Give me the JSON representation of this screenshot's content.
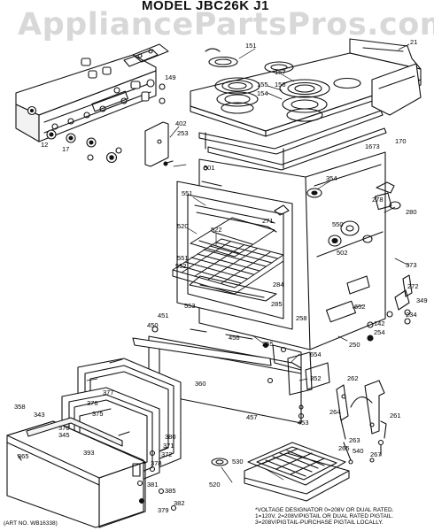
{
  "header": {
    "model": "MODEL JBC26K J1",
    "watermark": "AppliancePartsPros.com"
  },
  "footnote": {
    "lines": [
      "*VOLTAGE DESIGNATOR 0=208V OR DUAL RATED.",
      "1=120V, 2=208V/PIGTAIL OR DUAL RATED PIGTAIL.",
      "3=208V/PIGTAIL-PURCHASE PIGTAIL LOCALLY."
    ]
  },
  "art_number": "(ART NO. WB16338)",
  "callouts": [
    {
      "id": "c21",
      "label": "21"
    },
    {
      "id": "c151",
      "label": "151"
    },
    {
      "id": "c157",
      "label": "157"
    },
    {
      "id": "c155",
      "label": "155"
    },
    {
      "id": "c154",
      "label": "154"
    },
    {
      "id": "c156",
      "label": "156"
    },
    {
      "id": "c149",
      "label": "149"
    },
    {
      "id": "c402",
      "label": "402"
    },
    {
      "id": "c253",
      "label": "253"
    },
    {
      "id": "c17",
      "label": "17"
    },
    {
      "id": "c12",
      "label": "12"
    },
    {
      "id": "c170",
      "label": "170"
    },
    {
      "id": "c1673",
      "label": "1673"
    },
    {
      "id": "c501",
      "label": "501"
    },
    {
      "id": "c354",
      "label": "354"
    },
    {
      "id": "c551",
      "label": "551"
    },
    {
      "id": "c522",
      "label": "522"
    },
    {
      "id": "c520",
      "label": "520"
    },
    {
      "id": "c271",
      "label": "271"
    },
    {
      "id": "c278",
      "label": "278"
    },
    {
      "id": "c280",
      "label": "280"
    },
    {
      "id": "c550",
      "label": "550"
    },
    {
      "id": "c551b",
      "label": "551"
    },
    {
      "id": "c552",
      "label": "552"
    },
    {
      "id": "c553",
      "label": "553"
    },
    {
      "id": "c284",
      "label": "284"
    },
    {
      "id": "c285",
      "label": "285"
    },
    {
      "id": "c502",
      "label": "502"
    },
    {
      "id": "c373",
      "label": "373"
    },
    {
      "id": "c272",
      "label": "272"
    },
    {
      "id": "c349",
      "label": "349"
    },
    {
      "id": "c234",
      "label": "234"
    },
    {
      "id": "c142",
      "label": "142"
    },
    {
      "id": "c254",
      "label": "254"
    },
    {
      "id": "c652",
      "label": "652"
    },
    {
      "id": "c451",
      "label": "451"
    },
    {
      "id": "c450",
      "label": "450"
    },
    {
      "id": "c250",
      "label": "250"
    },
    {
      "id": "c456",
      "label": "456"
    },
    {
      "id": "c255",
      "label": "255"
    },
    {
      "id": "c654",
      "label": "654"
    },
    {
      "id": "c352",
      "label": "352"
    },
    {
      "id": "c360",
      "label": "360"
    },
    {
      "id": "c377",
      "label": "377"
    },
    {
      "id": "c376",
      "label": "376"
    },
    {
      "id": "c375",
      "label": "375"
    },
    {
      "id": "c457",
      "label": "457"
    },
    {
      "id": "c262",
      "label": "262"
    },
    {
      "id": "c264",
      "label": "264"
    },
    {
      "id": "c261",
      "label": "261"
    },
    {
      "id": "c263",
      "label": "263"
    },
    {
      "id": "c265",
      "label": "265"
    },
    {
      "id": "c267",
      "label": "267"
    },
    {
      "id": "c453",
      "label": "453"
    },
    {
      "id": "c358",
      "label": "358"
    },
    {
      "id": "c343",
      "label": "343"
    },
    {
      "id": "c370",
      "label": "370"
    },
    {
      "id": "c345",
      "label": "345"
    },
    {
      "id": "c371",
      "label": "371"
    },
    {
      "id": "c372",
      "label": "372"
    },
    {
      "id": "c378",
      "label": "378"
    },
    {
      "id": "c380",
      "label": "380"
    },
    {
      "id": "c530",
      "label": "530"
    },
    {
      "id": "c540",
      "label": "540"
    },
    {
      "id": "c520b",
      "label": "520"
    },
    {
      "id": "c381",
      "label": "381"
    },
    {
      "id": "c385",
      "label": "385"
    },
    {
      "id": "c382",
      "label": "382"
    },
    {
      "id": "c379",
      "label": "379"
    },
    {
      "id": "c365",
      "label": "365"
    },
    {
      "id": "c393",
      "label": "393"
    },
    {
      "id": "c258",
      "label": "258"
    }
  ]
}
